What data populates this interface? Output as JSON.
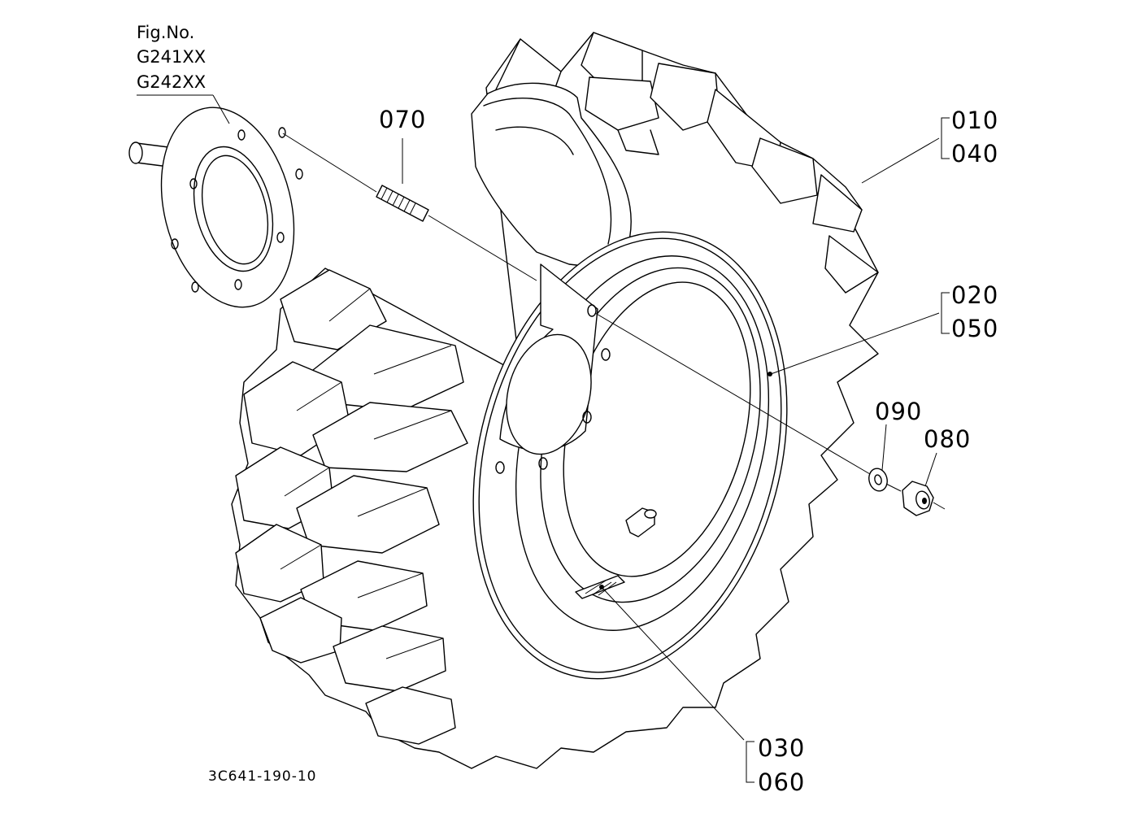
{
  "figure": {
    "label": "Fig.No.",
    "numbers": [
      "G241XX",
      "G242XX"
    ]
  },
  "drawing_code": "3C641-190-10",
  "callouts": {
    "p010": "010",
    "p040": "040",
    "p020": "020",
    "p050": "050",
    "p030": "030",
    "p060": "060",
    "p070": "070",
    "p080": "080",
    "p090": "090"
  }
}
